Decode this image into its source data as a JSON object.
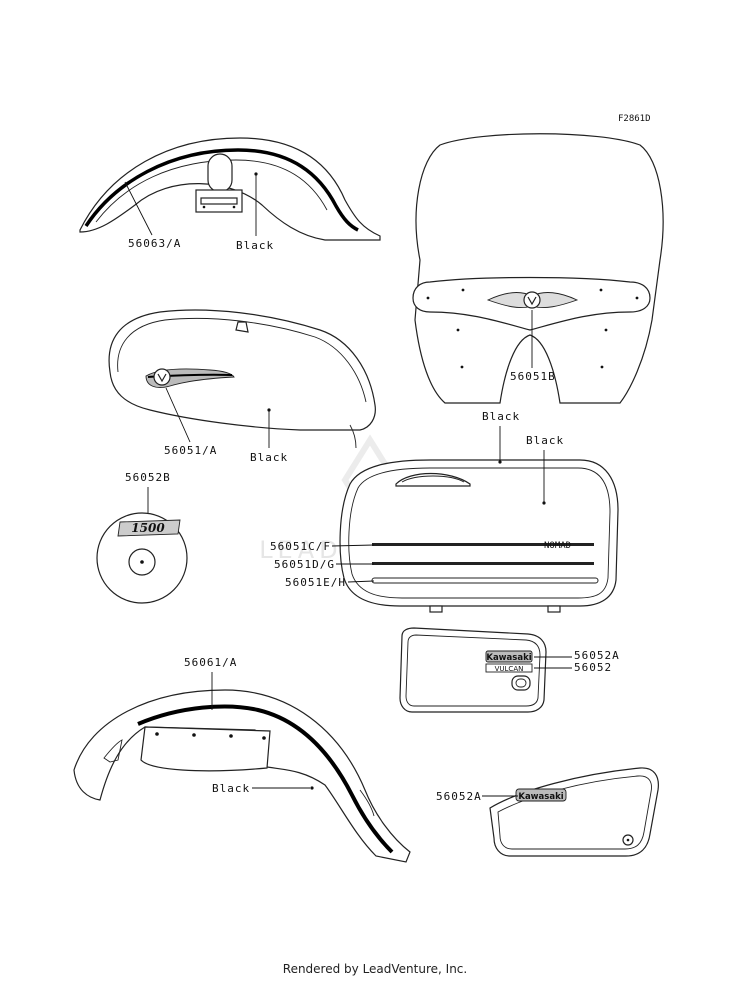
{
  "diagram": {
    "figure_code": "F2861D",
    "watermark": "LEADVENTURE",
    "labels": {
      "front_fender_decal": "56063/A",
      "front_fender_color": "Black",
      "windshield_emblem": "56051B",
      "tank_emblem": "56051/A",
      "tank_color": "Black",
      "tank_badge": "56052B",
      "badge_text": "1500",
      "saddlebag_color_1": "Black",
      "saddlebag_color_2": "Black",
      "saddlebag_stripe_1": "56051C/F",
      "saddlebag_stripe_2": "56051D/G",
      "saddlebag_stripe_3": "56051E/H",
      "saddlebag_script": "NOMAD",
      "rear_fender_decal": "56061/A",
      "rear_fender_color": "Black",
      "side_cover_emblem_a": "56052A",
      "side_cover_emblem": "56052",
      "side_cover_2_emblem_a": "56052A",
      "brand_name": "Kawasaki",
      "model_name": "VULCAN"
    }
  },
  "footer": {
    "text": "Rendered by LeadVenture, Inc."
  }
}
